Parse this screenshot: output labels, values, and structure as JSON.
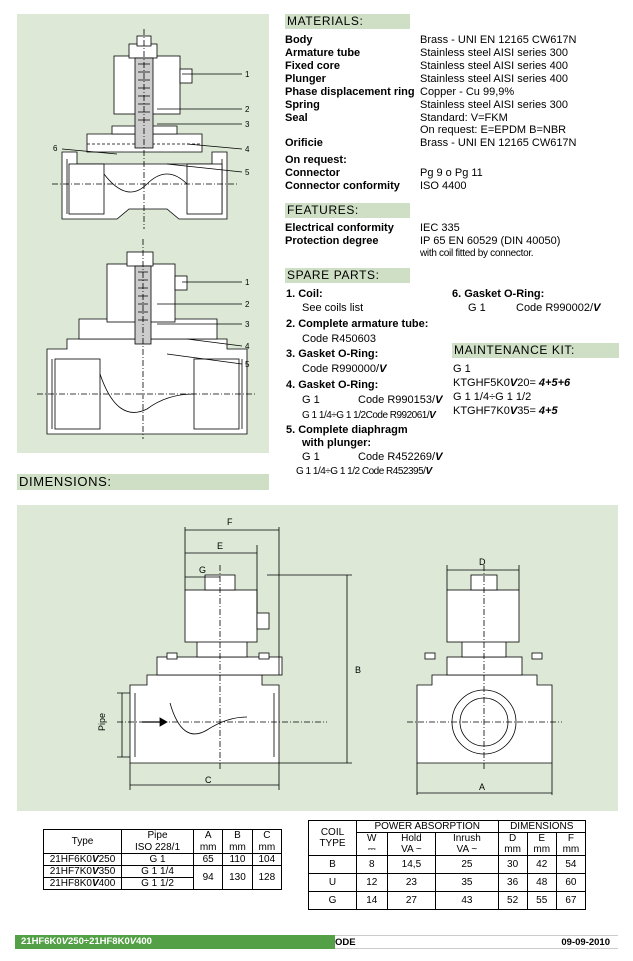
{
  "materials": {
    "title": "MATERIALS:",
    "rows": [
      {
        "k": "Body",
        "v": "Brass - UNI EN 12165 CW617N"
      },
      {
        "k": "Armature tube",
        "v": "Stainless steel AISI series 300"
      },
      {
        "k": "Fixed core",
        "v": "Stainless steel AISI series 400"
      },
      {
        "k": "Plunger",
        "v": "Stainless steel AISI series 400"
      },
      {
        "k": "Phase displacement ring",
        "v": "Copper - Cu 99,9%"
      },
      {
        "k": "Spring",
        "v": "Stainless steel AISI series 300"
      },
      {
        "k": "Seal",
        "v": "Standard:    V=FKM"
      },
      {
        "k": "",
        "v": "On request: E=EPDM  B=NBR"
      },
      {
        "k": "Orificie",
        "v": "Brass - UNI EN 12165 CW617N"
      },
      {
        "k": "On request:",
        "v": ""
      },
      {
        "k": "Connector",
        "v": "Pg 9 o Pg 11"
      },
      {
        "k": "Connector conformity",
        "v": "ISO 4400"
      }
    ]
  },
  "features": {
    "title": "FEATURES:",
    "rows": [
      {
        "k": "Electrical conformity",
        "v": "IEC 335"
      },
      {
        "k": "Protection degree",
        "v": "IP 65 EN 60529 (DIN 40050)"
      }
    ],
    "note": "with coil fitted by connector."
  },
  "spare_parts": {
    "title": "SPARE PARTS:",
    "p1_title": "1.  Coil:",
    "p1_line": "See coils list",
    "p2_title": "2.  Complete armature tube:",
    "p2_line": "Code R450603",
    "p3_title": "3.  Gasket  O-Ring:",
    "p3_code": "Code R990000/",
    "p4_title": "4.  Gasket O-Ring:",
    "p4_a_size": "G 1",
    "p4_a_code": "Code R990153/",
    "p4_b_size": "G 1 1/4÷G 1 1/2",
    "p4_b_code": "Code R992061/",
    "p5_title": "5.  Complete diaphragm",
    "p5_title2": "with plunger:",
    "p5_a_size": "G 1",
    "p5_a_code": "Code R452269/",
    "p5_b_size": "G 1 1/4÷G 1 1/2",
    "p5_b_code": "Code R452395/",
    "p6_title": "6.  Gasket O-Ring:",
    "p6_size": "G 1",
    "p6_code": "Code R990002/",
    "suffix": "V"
  },
  "maintenance": {
    "title": "MAINTENANCE KIT:",
    "line1": "G 1",
    "line2_code": "KTGHF5K0",
    "line2_v": "V",
    "line2_rest": "20= ",
    "line2_parts": "4+5+6",
    "line3": "G 1 1/4÷G 1 1/2",
    "line4_code": "KTGHF7K0",
    "line4_v": "V",
    "line4_rest": "35= ",
    "line4_parts": "4+5"
  },
  "dimensions_title": "DIMENSIONS:",
  "drawing_labels": {
    "callouts_top": [
      "1",
      "2",
      "3",
      "4",
      "5",
      "6"
    ],
    "callouts_bottom": [
      "1",
      "2",
      "3",
      "4",
      "5"
    ],
    "F": "F",
    "E": "E",
    "G": "G",
    "B": "B",
    "C": "C",
    "D": "D",
    "A": "A",
    "pipe": "Pipe"
  },
  "type_table": {
    "headers": {
      "type": "Type",
      "pipe": "Pipe",
      "pipe2": "ISO 228/1",
      "a": "A",
      "b": "B",
      "c": "C",
      "mm": "mm"
    },
    "rows": [
      {
        "type_pre": "21HF6K0",
        "type_suf": "250",
        "pipe": "G 1",
        "a": "65",
        "b": "110",
        "c": "104"
      },
      {
        "type_pre": "21HF7K0",
        "type_suf": "350",
        "pipe": "G 1 1/4",
        "a": "94",
        "b": "130",
        "c": "128"
      },
      {
        "type_pre": "21HF8K0",
        "type_suf": "400",
        "pipe": "G 1 1/2",
        "a": "",
        "b": "",
        "c": ""
      }
    ],
    "v": "V"
  },
  "coil_table": {
    "headers": {
      "coil": "COIL",
      "coil2": "TYPE",
      "power": "POWER ABSORPTION",
      "dims": "DIMENSIONS",
      "w": "W",
      "w_unit": "⎓",
      "hold": "Hold",
      "hold_unit": "VA ~",
      "inrush": "Inrush",
      "inrush_unit": "VA ~",
      "d": "D",
      "e": "E",
      "f": "F",
      "mm": "mm"
    },
    "rows": [
      {
        "type": "B",
        "w": "8",
        "hold": "14,5",
        "inrush": "25",
        "d": "30",
        "e": "42",
        "f": "54"
      },
      {
        "type": "U",
        "w": "12",
        "hold": "23",
        "inrush": "35",
        "d": "36",
        "e": "48",
        "f": "60"
      },
      {
        "type": "G",
        "w": "14",
        "hold": "27",
        "inrush": "43",
        "d": "52",
        "e": "55",
        "f": "67"
      }
    ]
  },
  "footer": {
    "left_pre1": "21HF6K0",
    "left_v1": "V",
    "left_mid": "250÷21HF8K0",
    "left_v2": "V",
    "left_post": "400",
    "center": "ODE",
    "date": "09-09-2010"
  },
  "colors": {
    "panel": "#dde8d6",
    "section_head": "#cfdfc5",
    "footer": "#53a046"
  }
}
